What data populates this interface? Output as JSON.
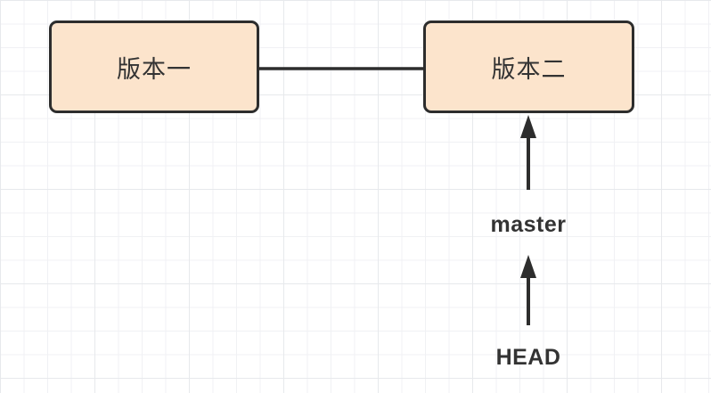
{
  "diagram": {
    "description": "git-commit-history-diagram",
    "nodes": [
      {
        "id": "commit-1",
        "label": "版本一"
      },
      {
        "id": "commit-2",
        "label": "版本二"
      }
    ],
    "connector": {
      "from": "commit-1",
      "to": "commit-2"
    },
    "pointers": [
      {
        "label": "master",
        "points_to": "commit-2"
      },
      {
        "label": "HEAD",
        "points_to": "master"
      }
    ]
  },
  "colors": {
    "background": "#ffffff",
    "grid_minor": "#f0f1f4",
    "grid_major": "#e7e9ec",
    "node_fill": "#fce4cc",
    "stroke": "#2d2d2d",
    "text": "#333333"
  }
}
